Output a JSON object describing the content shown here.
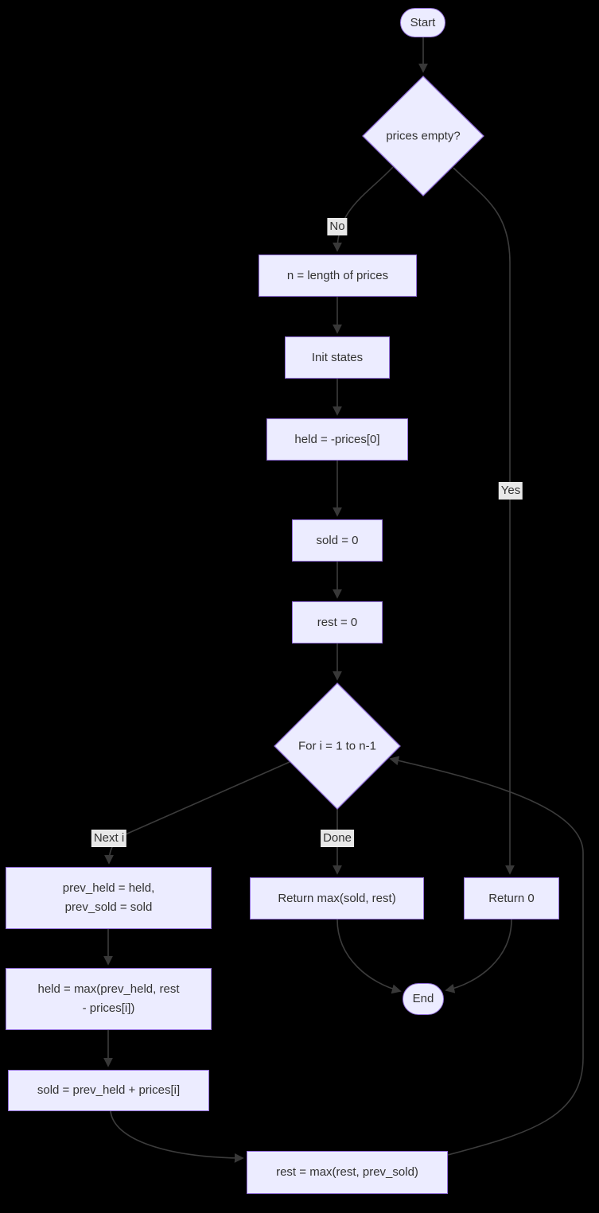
{
  "diagram": {
    "type": "flowchart",
    "colors": {
      "background": "#000000",
      "node_fill": "#ECECFF",
      "node_border": "#9370DB",
      "node_text": "#333333",
      "edge": "#3c3c3c",
      "edge_label_bg": "#e8e8e8",
      "edge_label_text": "#333333"
    },
    "nodes": {
      "start": {
        "label": "Start"
      },
      "check_empty": {
        "label": "prices empty?"
      },
      "n_length": {
        "label": "n = length of prices"
      },
      "init_states": {
        "label": "Init states"
      },
      "held_init": {
        "label": "held = -prices[0]"
      },
      "sold_init": {
        "label": "sold = 0"
      },
      "rest_init": {
        "label": "rest = 0"
      },
      "for_loop": {
        "label": "For i = 1 to n-1"
      },
      "prev_assign": {
        "line1": "prev_held = held,",
        "line2": "prev_sold = sold"
      },
      "held_update": {
        "line1": "held = max(prev_held, rest",
        "line2": "- prices[i])"
      },
      "sold_update": {
        "label": "sold = prev_held + prices[i]"
      },
      "rest_update": {
        "label": "rest = max(rest, prev_sold)"
      },
      "return_max": {
        "label": "Return max(sold, rest)"
      },
      "return_zero": {
        "label": "Return 0"
      },
      "end": {
        "label": "End"
      }
    },
    "edge_labels": {
      "no": "No",
      "yes": "Yes",
      "next_i": "Next i",
      "done": "Done"
    },
    "flow": [
      {
        "from": "start",
        "to": "check_empty",
        "label": ""
      },
      {
        "from": "check_empty",
        "to": "n_length",
        "label": "No"
      },
      {
        "from": "check_empty",
        "to": "return_zero",
        "label": "Yes"
      },
      {
        "from": "n_length",
        "to": "init_states",
        "label": ""
      },
      {
        "from": "init_states",
        "to": "held_init",
        "label": ""
      },
      {
        "from": "held_init",
        "to": "sold_init",
        "label": ""
      },
      {
        "from": "sold_init",
        "to": "rest_init",
        "label": ""
      },
      {
        "from": "rest_init",
        "to": "for_loop",
        "label": ""
      },
      {
        "from": "for_loop",
        "to": "prev_assign",
        "label": "Next i"
      },
      {
        "from": "for_loop",
        "to": "return_max",
        "label": "Done"
      },
      {
        "from": "prev_assign",
        "to": "held_update",
        "label": ""
      },
      {
        "from": "held_update",
        "to": "sold_update",
        "label": ""
      },
      {
        "from": "sold_update",
        "to": "rest_update",
        "label": ""
      },
      {
        "from": "rest_update",
        "to": "for_loop",
        "label": ""
      },
      {
        "from": "return_max",
        "to": "end",
        "label": ""
      },
      {
        "from": "return_zero",
        "to": "end",
        "label": ""
      }
    ]
  }
}
